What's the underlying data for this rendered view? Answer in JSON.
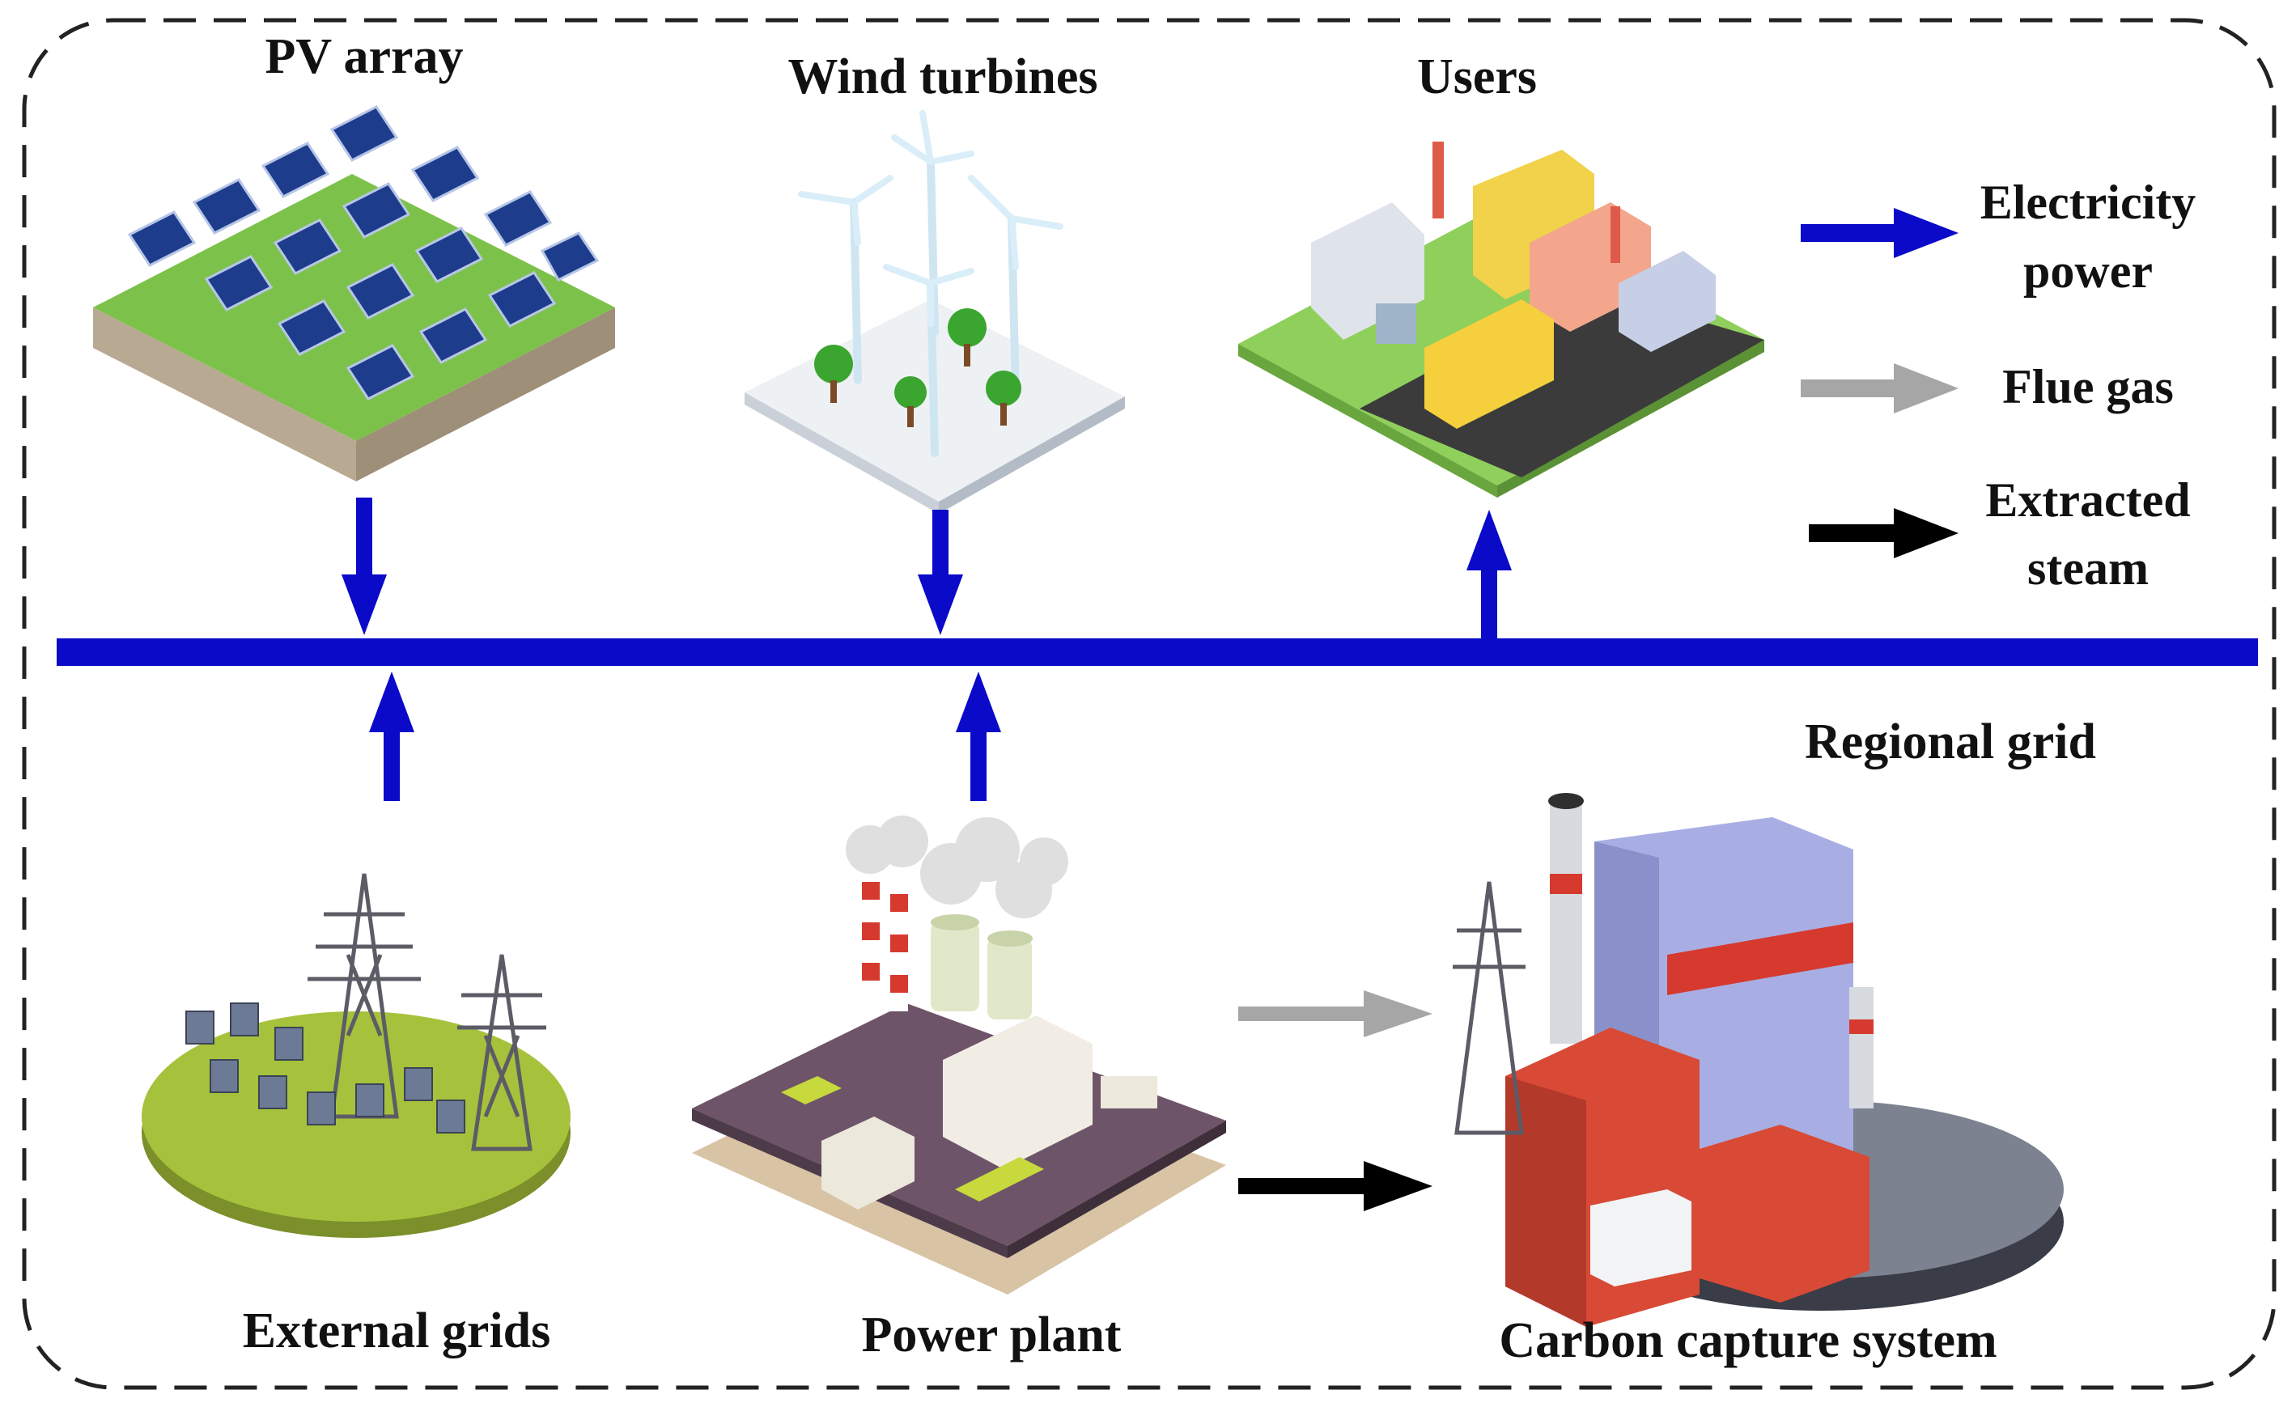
{
  "labels": {
    "pv_array": "PV array",
    "wind_turbines": "Wind turbines",
    "users": "Users",
    "regional_grid": "Regional grid",
    "external_grids": "External grids",
    "power_plant": "Power plant",
    "carbon_capture": "Carbon capture system"
  },
  "legend": {
    "electricity_line1": "Electricity",
    "electricity_line2": "power",
    "flue_gas": "Flue gas",
    "steam_line1": "Extracted",
    "steam_line2": "steam"
  },
  "colors": {
    "electricity": "#0a0ac8",
    "flue_gas": "#a6a6a6",
    "steam": "#000000",
    "border": "#222222"
  },
  "icons": {
    "pv_array": "solar-panel-field-icon",
    "wind_turbines": "wind-turbine-icon",
    "users": "city-buildings-icon",
    "external_grids": "substation-pylons-icon",
    "power_plant": "power-plant-cooling-tower-icon",
    "carbon_capture": "carbon-capture-factory-icon"
  }
}
